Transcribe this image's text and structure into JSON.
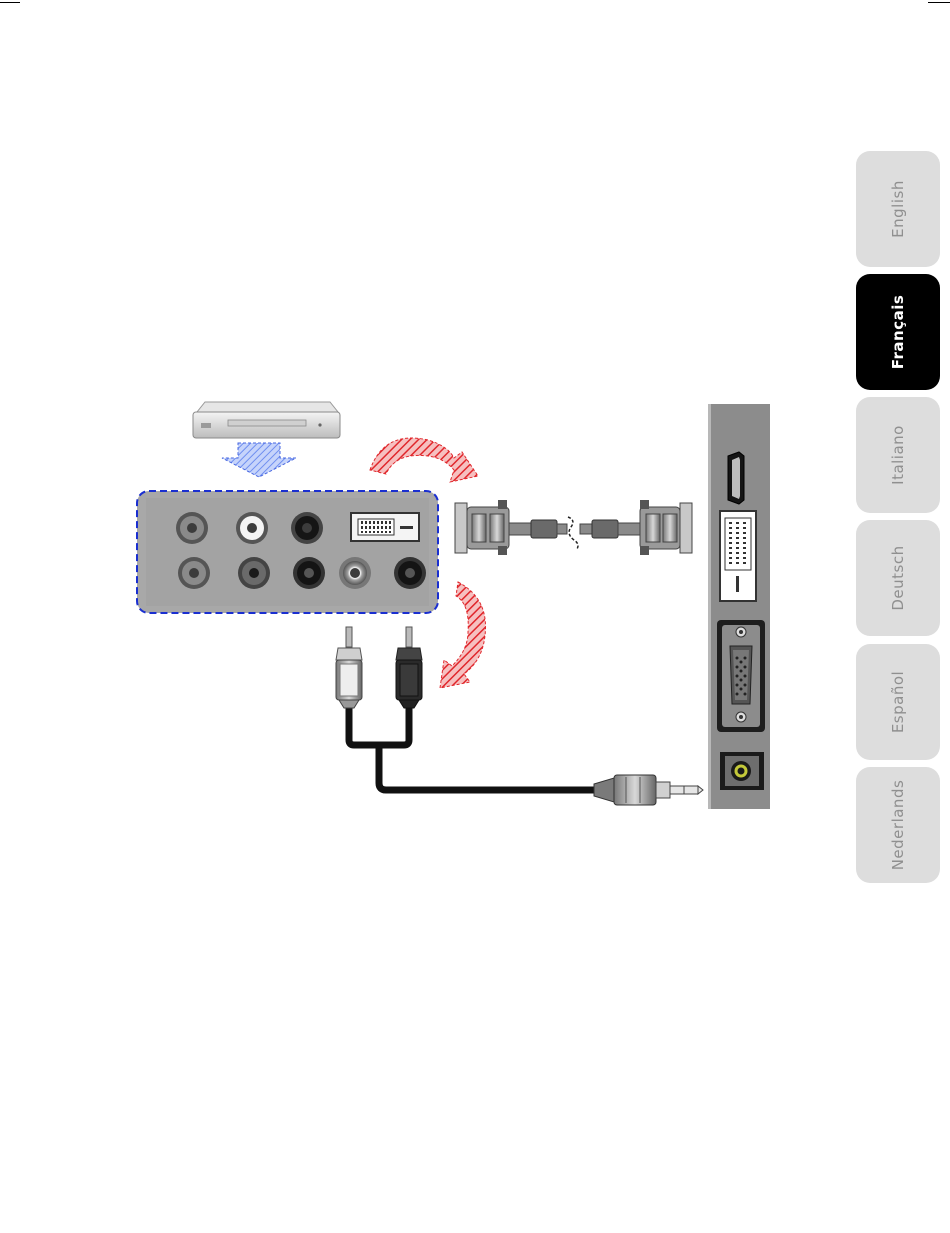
{
  "language_tabs": [
    {
      "label": "English",
      "active": false
    },
    {
      "label": "Français",
      "active": true
    },
    {
      "label": "Italiano",
      "active": false
    },
    {
      "label": "Deutsch",
      "active": false
    },
    {
      "label": "Español",
      "active": false
    },
    {
      "label": "Nederlands",
      "active": false
    }
  ],
  "colors": {
    "tab_inactive_bg": "#dddddd",
    "tab_inactive_text": "#8f8f8f",
    "tab_active_bg": "#000000",
    "tab_active_text": "#ffffff",
    "panel_gray": "#8c8c8c",
    "source_panel_border": "#1a2fd0",
    "arrow_red": "#e0262b",
    "arrow_blue": "#6f8ff0"
  },
  "icons": [
    "dvd-player-icon",
    "down-arrow-icon",
    "curved-arrow-icon",
    "rca-jack-icon",
    "dvi-port-icon",
    "dvi-cable-icon",
    "hdmi-port-icon",
    "vga-port-icon",
    "audio-in-jack-icon",
    "rca-to-minijack-cable-icon"
  ]
}
